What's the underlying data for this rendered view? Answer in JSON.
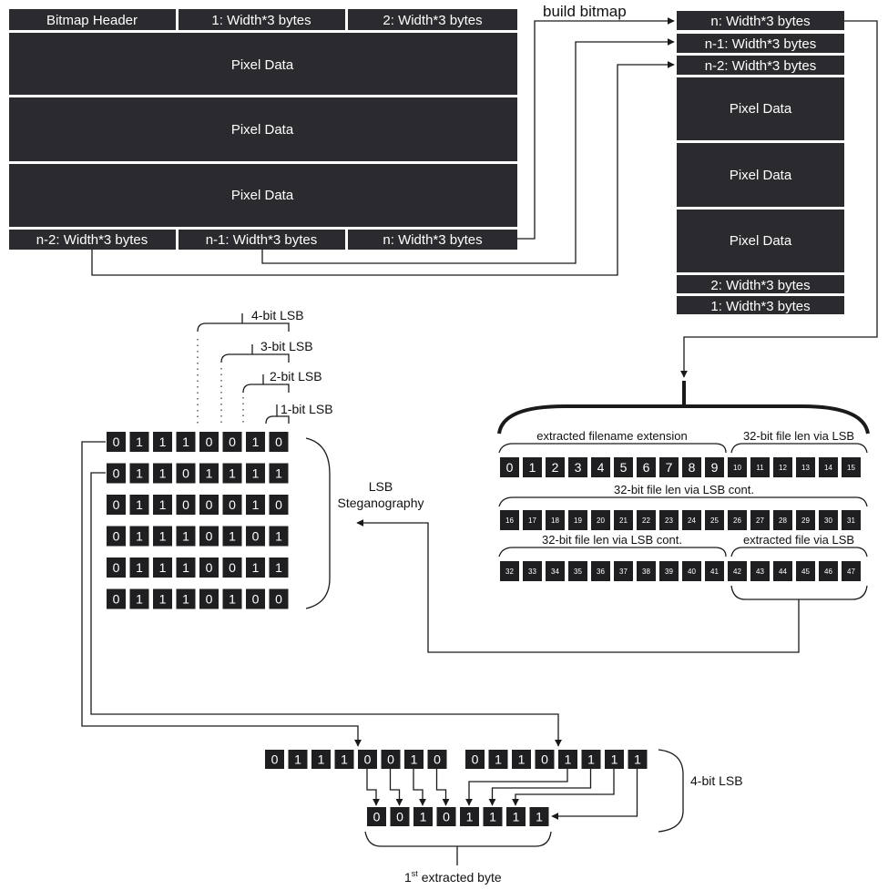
{
  "source_bitmap": {
    "header": "Bitmap Header",
    "top_rows": [
      "1: Width*3 bytes",
      "2: Width*3 bytes"
    ],
    "pixel_blocks": [
      "Pixel Data",
      "Pixel Data",
      "Pixel Data"
    ],
    "bottom_rows": [
      "n-2: Width*3 bytes",
      "n-1: Width*3 bytes",
      "n: Width*3 bytes"
    ]
  },
  "build_label": "build bitmap",
  "built_bitmap": {
    "top_rows": [
      "n: Width*3 bytes",
      "n-1: Width*3 bytes",
      "n-2: Width*3 bytes"
    ],
    "pixel_blocks": [
      "Pixel Data",
      "Pixel Data",
      "Pixel Data"
    ],
    "bottom_rows": [
      "2: Width*3 bytes",
      "1: Width*3 bytes"
    ]
  },
  "lsb_labels": [
    "4-bit LSB",
    "3-bit LSB",
    "2-bit LSB",
    "1-bit LSB"
  ],
  "bit_grid": [
    [
      "0",
      "1",
      "1",
      "1",
      "0",
      "0",
      "1",
      "0"
    ],
    [
      "0",
      "1",
      "1",
      "0",
      "1",
      "1",
      "1",
      "1"
    ],
    [
      "0",
      "1",
      "1",
      "0",
      "0",
      "0",
      "1",
      "0"
    ],
    [
      "0",
      "1",
      "1",
      "1",
      "0",
      "1",
      "0",
      "1"
    ],
    [
      "0",
      "1",
      "1",
      "1",
      "0",
      "0",
      "1",
      "1"
    ],
    [
      "0",
      "1",
      "1",
      "1",
      "0",
      "1",
      "0",
      "0"
    ]
  ],
  "steg_label": [
    "LSB",
    "Steganography"
  ],
  "layout_labels": {
    "ext": "extracted filename extension",
    "len": "32-bit file len via LSB",
    "len_cont": "32-bit file len via LSB cont.",
    "file": "extracted file via LSB"
  },
  "indices": [
    [
      "0",
      "1",
      "2",
      "3",
      "4",
      "5",
      "6",
      "7",
      "8",
      "9",
      "10",
      "11",
      "12",
      "13",
      "14",
      "15"
    ],
    [
      "16",
      "17",
      "18",
      "19",
      "20",
      "21",
      "22",
      "23",
      "24",
      "25",
      "26",
      "27",
      "28",
      "29",
      "30",
      "31"
    ],
    [
      "32",
      "33",
      "34",
      "35",
      "36",
      "37",
      "38",
      "39",
      "40",
      "41",
      "42",
      "43",
      "44",
      "45",
      "46",
      "47"
    ]
  ],
  "extraction": {
    "byte_a": [
      "0",
      "1",
      "1",
      "1",
      "0",
      "0",
      "1",
      "0"
    ],
    "byte_b": [
      "0",
      "1",
      "1",
      "0",
      "1",
      "1",
      "1",
      "1"
    ],
    "result": [
      "0",
      "0",
      "1",
      "0",
      "1",
      "1",
      "1",
      "1"
    ],
    "side_label": "4-bit LSB",
    "caption_prefix": "1",
    "caption_sup": "st",
    "caption_rest": " extracted byte"
  }
}
